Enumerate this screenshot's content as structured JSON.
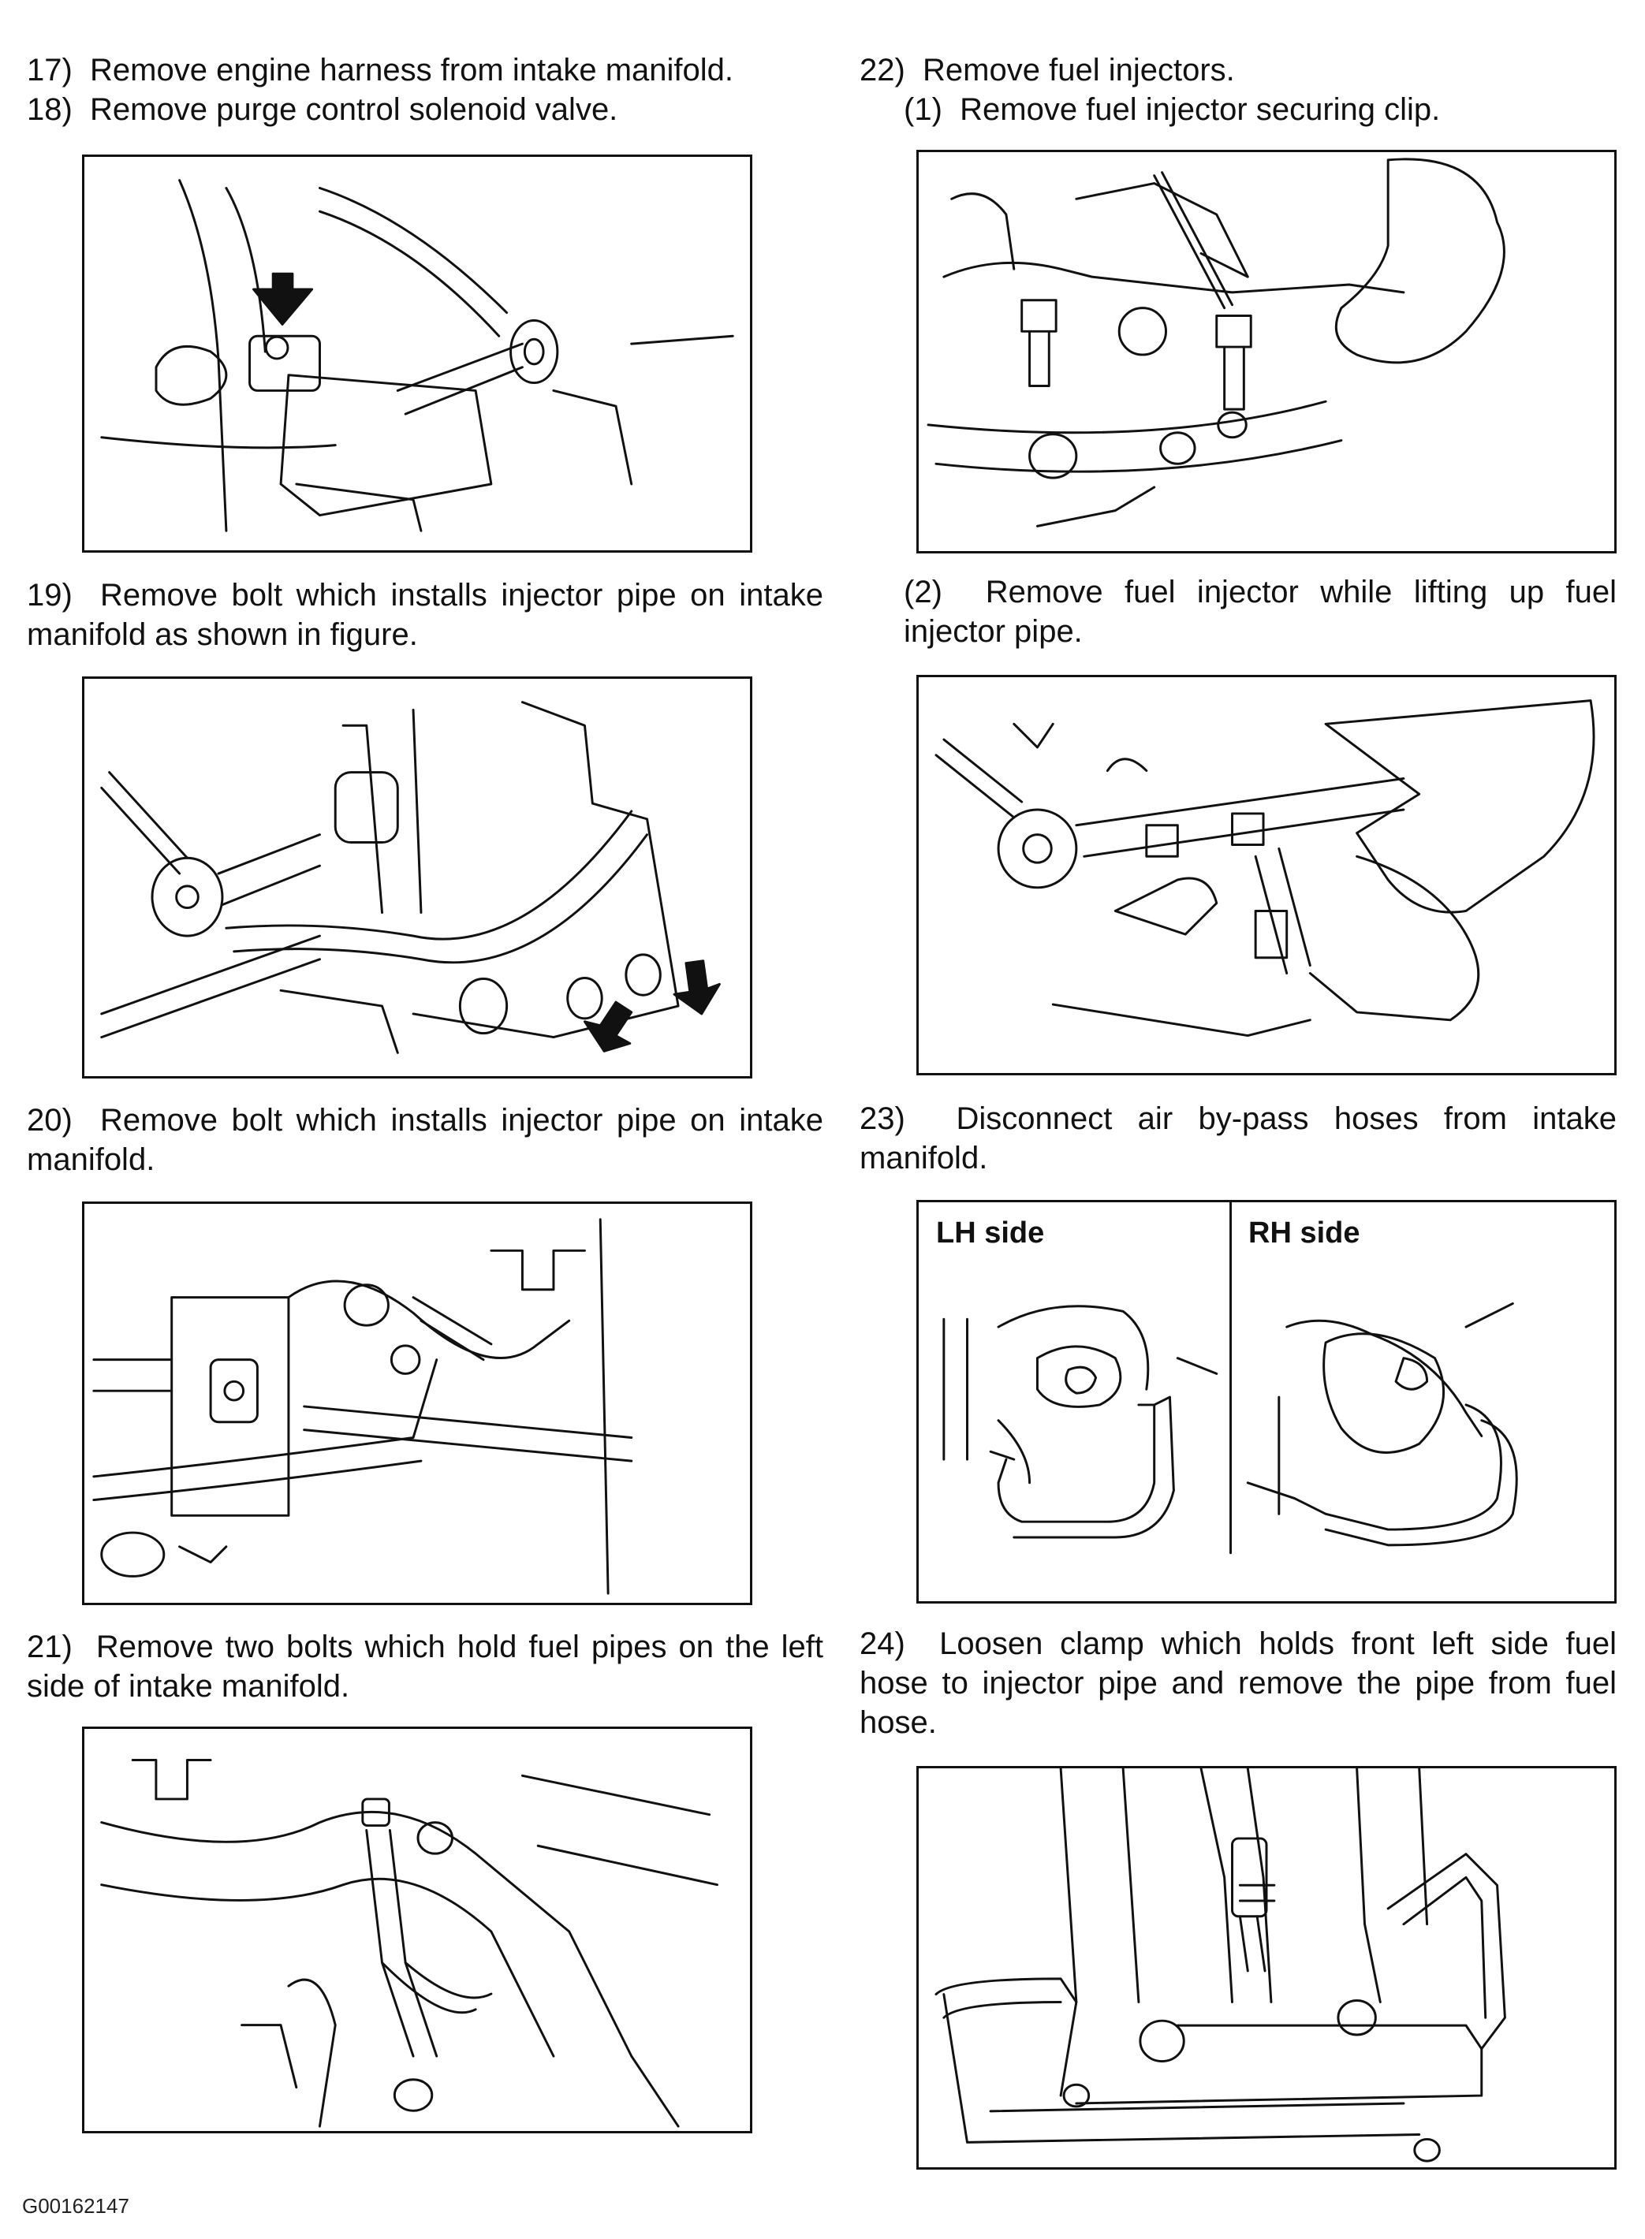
{
  "left_column": {
    "steps": [
      {
        "lines": [
          "17)  Remove engine harness from intake manifold.",
          "18)  Remove purge control solenoid valve."
        ]
      },
      {
        "lines": [
          "19)  Remove bolt which installs injector pipe on intake manifold as shown in figure."
        ]
      },
      {
        "lines": [
          "20)  Remove bolt which installs injector pipe on intake manifold."
        ]
      },
      {
        "lines": [
          "21)  Remove two bolts which hold fuel pipes on the left side of intake manifold."
        ]
      }
    ]
  },
  "right_column": {
    "steps": [
      {
        "lines": [
          "22)  Remove fuel injectors.",
          "(1)  Remove fuel injector securing clip."
        ]
      },
      {
        "lines": [
          "(2)  Remove fuel injector while lifting up fuel injector pipe."
        ]
      },
      {
        "lines": [
          "23)  Disconnect air by-pass hoses from intake manifold."
        ]
      },
      {
        "lines": [
          "24)  Loosen clamp which holds front left side fuel hose to injector pipe and remove the pipe from fuel hose."
        ]
      }
    ]
  },
  "figure_23_labels": {
    "left": "LH side",
    "right": "RH side"
  },
  "footer": {
    "figure_id": "G00162147"
  }
}
